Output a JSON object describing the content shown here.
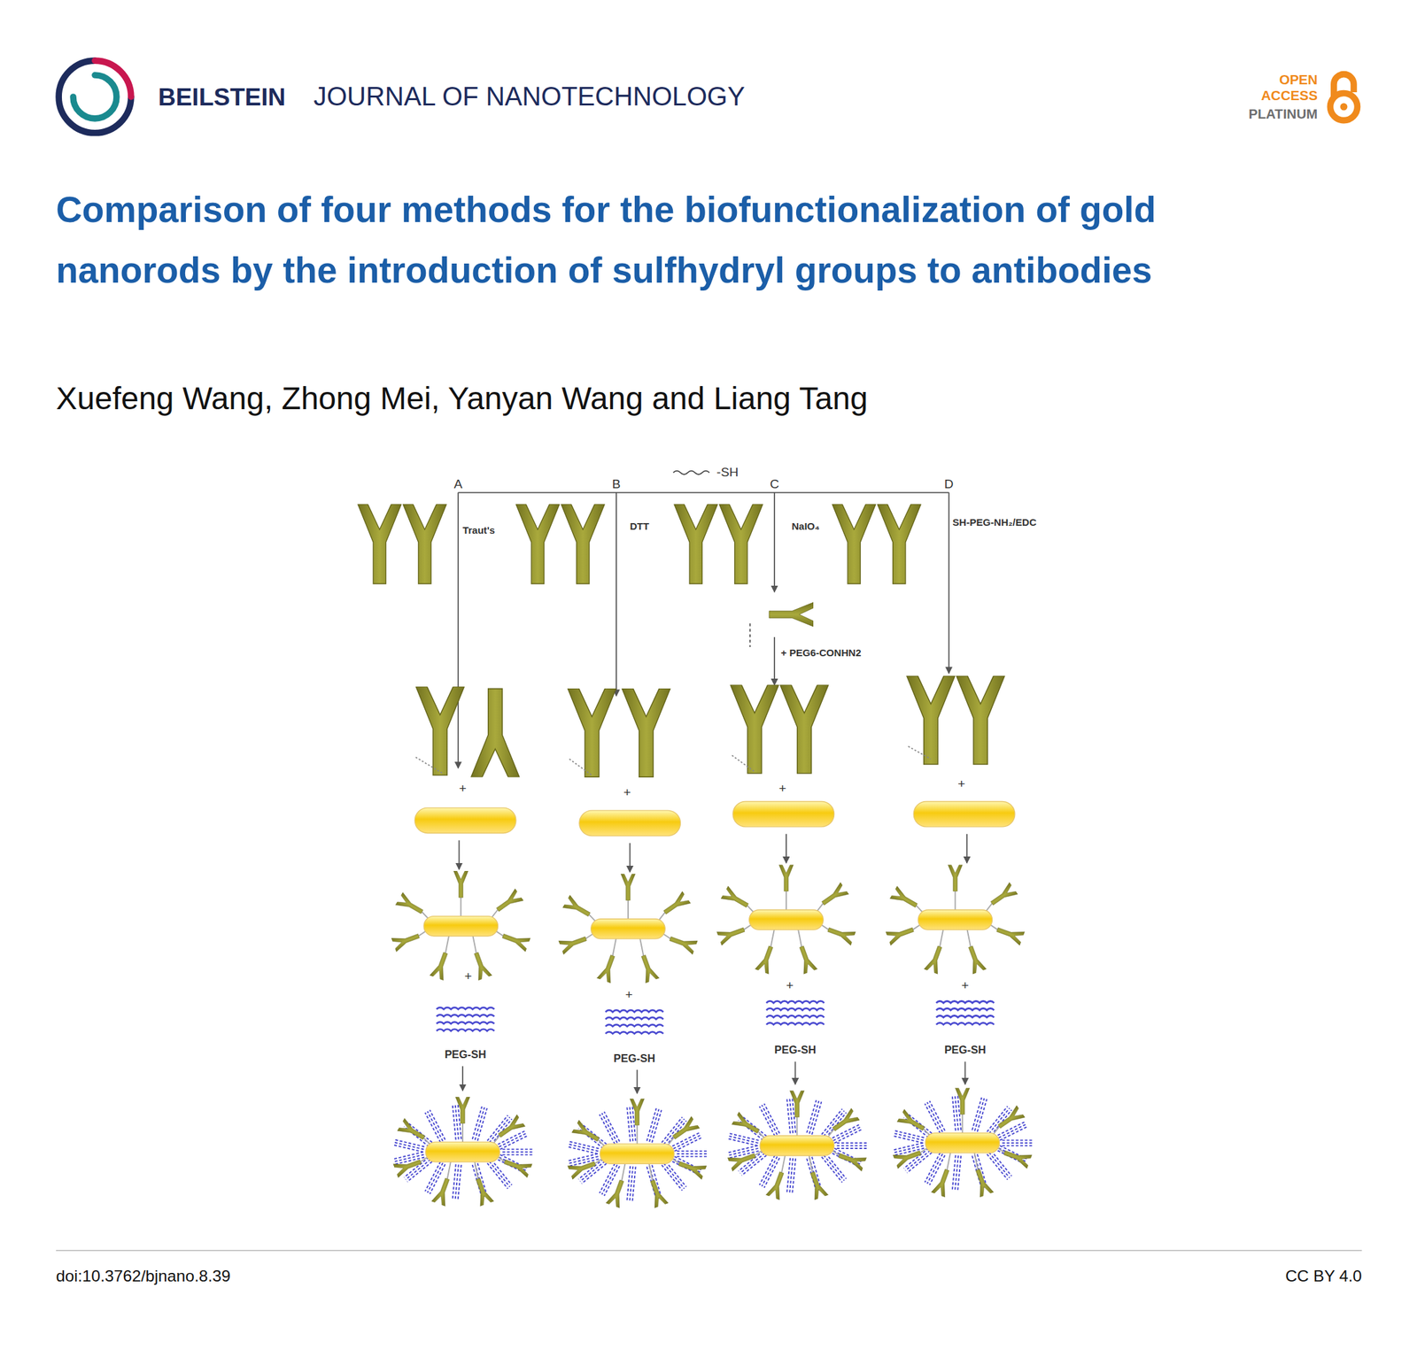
{
  "diagram": {
    "title": "Comparison of four methods for the biofunctionalization of gold nanorods by the introduction of sulfhydryl groups to antibodies",
    "labels": [
      "BEILSTEIN",
      "JOURNAL OF NANOTECHNOLOGY",
      "OPEN",
      "ACCESS",
      "PLATINUM",
      "Xuefeng Wang, Zhong Mei, Yanyan Wang and Liang Tang",
      "A",
      "B",
      "C",
      "D",
      "-SH",
      "Traut's",
      "DTT",
      "NaIO₄",
      "SH-PEG-NH₂/EDC",
      "+ PEG6-CONHN2",
      "+",
      "+",
      "+",
      "+",
      "+",
      "+",
      "+",
      "+",
      "PEG-SH",
      "PEG-SH",
      "PEG-SH",
      "PEG-SH",
      "doi:10.3762/bjnano.8.39",
      "CC BY 4.0"
    ]
  }
}
